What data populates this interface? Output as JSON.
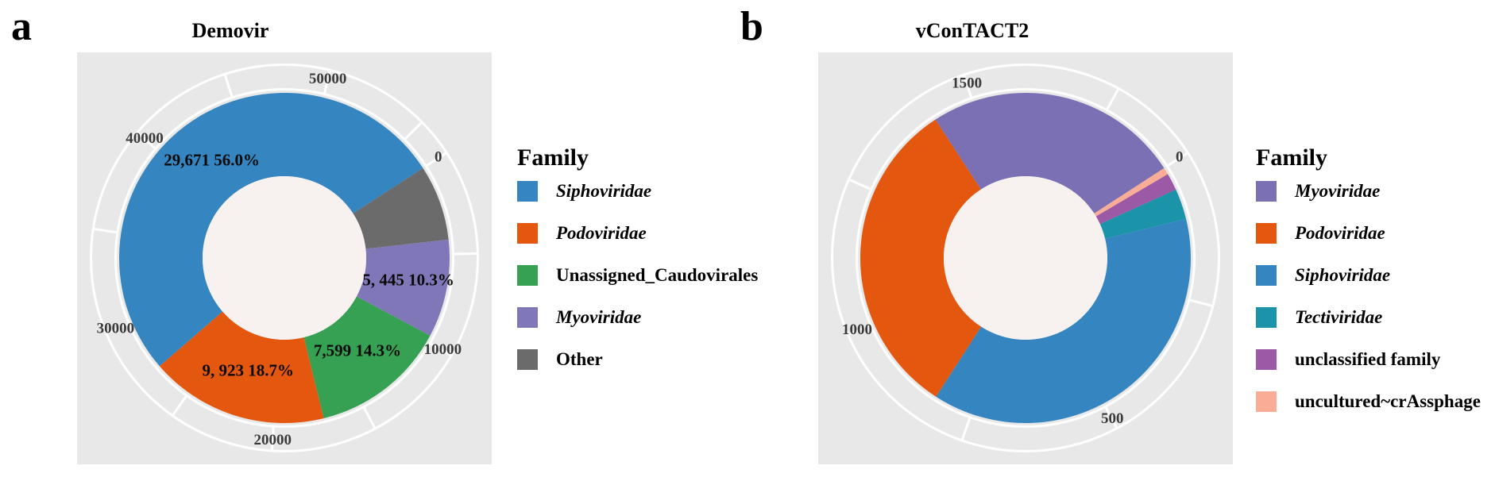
{
  "figure": {
    "background": "#ffffff",
    "panel_background": "#e9e8e8",
    "hole_color": "#f7f2ef",
    "grid_line_color": "#ffffff"
  },
  "panels": [
    {
      "letter": "a",
      "title": "Demovir",
      "legend": {
        "title": "Family",
        "items": [
          {
            "label": "Siphoviridae",
            "color": "#3585c0",
            "italic": true
          },
          {
            "label": "Podoviridae",
            "color": "#e4570e",
            "italic": true
          },
          {
            "label": "Unassigned_Caudovirales",
            "color": "#36a153",
            "italic": false
          },
          {
            "label": "Myoviridae",
            "color": "#8077b8",
            "italic": true
          },
          {
            "label": "Other",
            "color": "#6b6b6b",
            "italic": false
          }
        ]
      }
    },
    {
      "letter": "b",
      "title": "vConTACT2",
      "legend": {
        "title": "Family",
        "items": [
          {
            "label": "Myoviridae",
            "color": "#7b70b4",
            "italic": true
          },
          {
            "label": "Podoviridae",
            "color": "#e4570e",
            "italic": true
          },
          {
            "label": "Siphoviridae",
            "color": "#3585c0",
            "italic": true
          },
          {
            "label": "Tectiviridae",
            "color": "#1b93a8",
            "italic": true
          },
          {
            "label": "unclassified family",
            "color": "#9c59a5",
            "italic": false
          },
          {
            "label": "uncultured~crAssphage",
            "color": "#f9ad97",
            "italic": false
          }
        ]
      }
    }
  ],
  "chart_data": [
    {
      "type": "pie",
      "subtype": "polar-donut",
      "panel": "a",
      "title": "Demovir",
      "legend_position": "right",
      "zero_angle_deg": 57,
      "direction": "clockwise",
      "axis": {
        "unit": "contig count",
        "major_ticks": [
          {
            "value": 0,
            "label": "0"
          },
          {
            "value": 10000,
            "label": "10000"
          },
          {
            "value": 20000,
            "label": "20000"
          },
          {
            "value": 30000,
            "label": "30000"
          },
          {
            "value": 40000,
            "label": "40000"
          },
          {
            "value": 50000,
            "label": "50000"
          }
        ],
        "minor_step": 5000
      },
      "segments_clockwise_from_zero": [
        {
          "family": "Other",
          "value": 4200,
          "estimated": true,
          "color": "#6b6b6b",
          "label": ""
        },
        {
          "family": "Myoviridae",
          "value": 5445,
          "color": "#8077b8",
          "label": "5, 445 10.3%",
          "label_r": 159
        },
        {
          "family": "Unassigned_Caudovirales",
          "value": 7599,
          "color": "#36a153",
          "label": "7,599 14.3%",
          "label_r": 150
        },
        {
          "family": "Podoviridae",
          "value": 9923,
          "color": "#e4570e",
          "label": "9, 923 18.7%",
          "label_r": 151
        },
        {
          "family": "Siphoviridae",
          "value": 29671,
          "color": "#3585c0",
          "label": "29,671 56.0%",
          "label_r": 152
        }
      ]
    },
    {
      "type": "pie",
      "subtype": "polar-donut",
      "panel": "b",
      "title": "vConTACT2",
      "legend_position": "right",
      "zero_angle_deg": 57,
      "direction": "clockwise",
      "values_estimated_from_axis": true,
      "axis": {
        "unit": "genome count",
        "major_ticks": [
          {
            "value": 0,
            "label": "0"
          },
          {
            "value": 500,
            "label": "500"
          },
          {
            "value": 1000,
            "label": "1000"
          },
          {
            "value": 1500,
            "label": "1500"
          }
        ],
        "minor_step": 250
      },
      "segments_clockwise_from_zero": [
        {
          "family": "uncultured~crAssphage",
          "value": 13,
          "estimated": true,
          "color": "#f9ad97",
          "label": ""
        },
        {
          "family": "unclassified family",
          "value": 32,
          "estimated": true,
          "color": "#9c59a5",
          "label": ""
        },
        {
          "family": "Tectiviridae",
          "value": 57,
          "estimated": true,
          "color": "#1b93a8",
          "label": ""
        },
        {
          "family": "Siphoviridae",
          "value": 720,
          "estimated": true,
          "color": "#3585c0",
          "label": ""
        },
        {
          "family": "Podoviridae",
          "value": 602,
          "estimated": true,
          "color": "#e4570e",
          "label": ""
        },
        {
          "family": "Myoviridae",
          "value": 475,
          "estimated": true,
          "color": "#7b70b4",
          "label": ""
        }
      ]
    }
  ]
}
